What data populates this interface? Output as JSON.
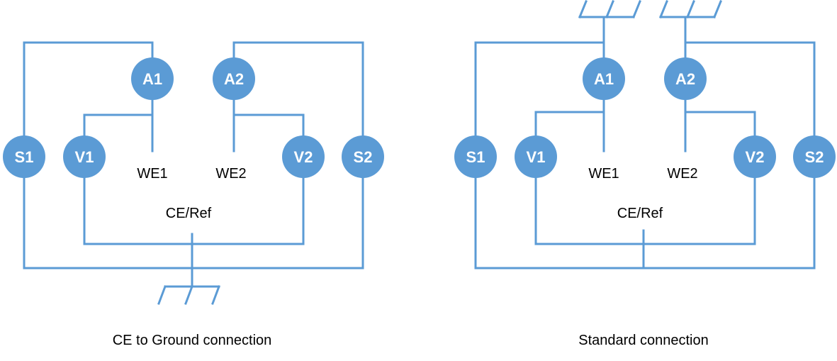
{
  "colors": {
    "wire": "#5b9bd5",
    "node": "#5b9bd5",
    "node_text": "#ffffff",
    "text": "#000000"
  },
  "diagrams": [
    {
      "caption": "CE to Ground connection",
      "nodes": {
        "a1": "A1",
        "a2": "A2",
        "s1": "S1",
        "s2": "S2",
        "v1": "V1",
        "v2": "V2"
      },
      "labels": {
        "we1": "WE1",
        "we2": "WE2",
        "ce_ref": "CE/Ref"
      },
      "ground_symbols": [
        "ground-ce"
      ]
    },
    {
      "caption": "Standard connection",
      "nodes": {
        "a1": "A1",
        "a2": "A2",
        "s1": "S1",
        "s2": "S2",
        "v1": "V1",
        "v2": "V2"
      },
      "labels": {
        "we1": "WE1",
        "we2": "WE2",
        "ce_ref": "CE/Ref"
      },
      "ground_symbols": [
        "ground-a1",
        "ground-a2"
      ]
    }
  ]
}
